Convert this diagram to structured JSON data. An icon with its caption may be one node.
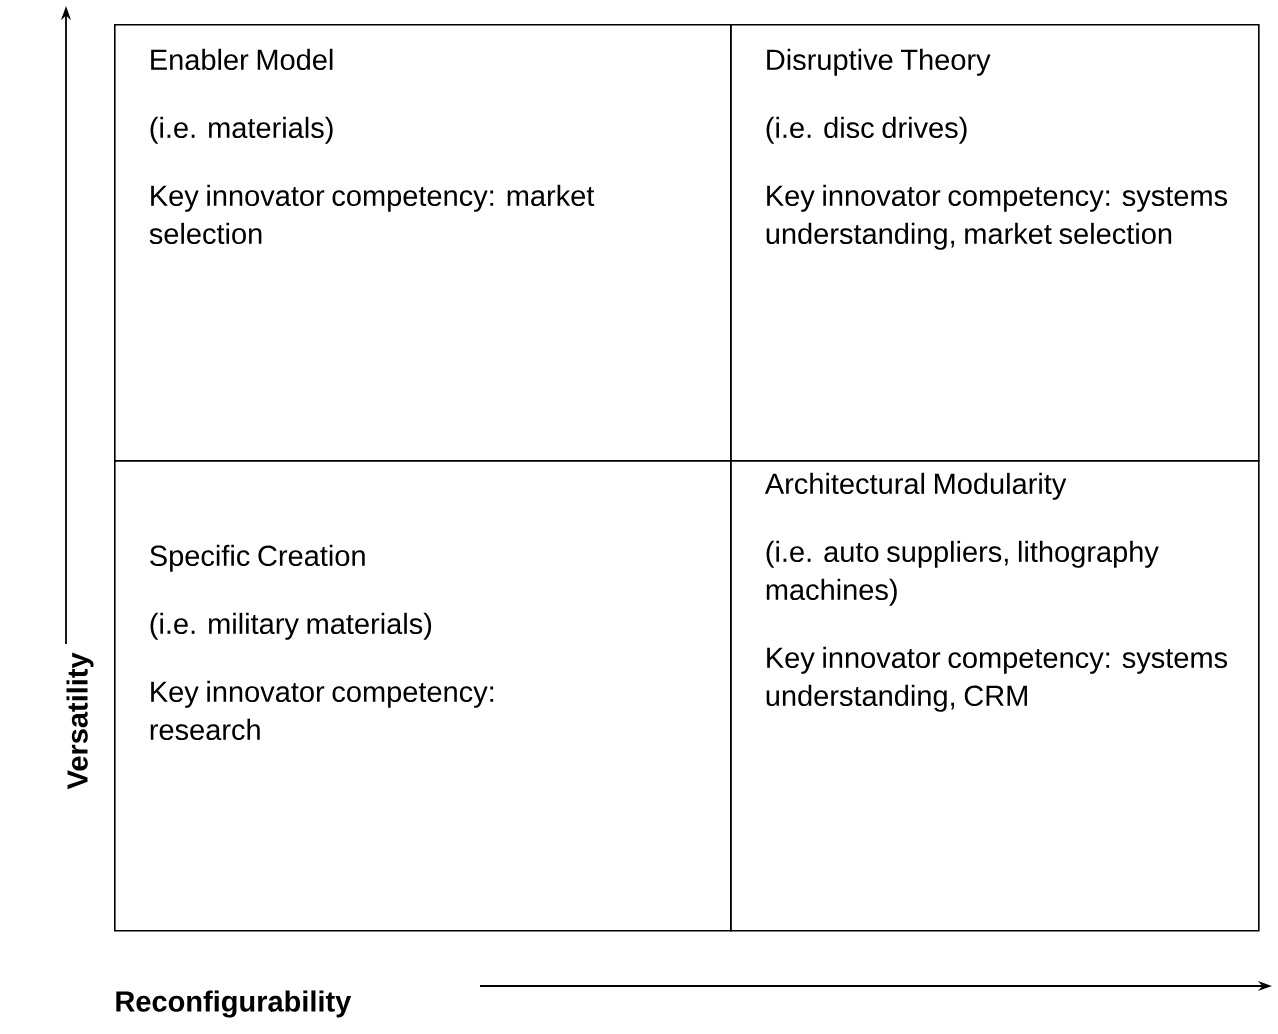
{
  "diagram": {
    "nodes": [
      {
        "text": [
          "Enabler Model",
          "(i.e. materials)",
          "Key innovator competency: market selection"
        ]
      },
      {
        "text": [
          "Disruptive Theory",
          "(i.e. disc drives)",
          "Key innovator competency: systems understanding, market selection"
        ]
      },
      {
        "text": [
          "Specific Creation",
          "(i.e. military materials)",
          "Key innovator competency: research"
        ]
      },
      {
        "text": [
          "Architectural Modularity",
          "(i.e. auto suppliers, lithography machines)",
          "Key innovator competency: systems understanding, CRM"
        ]
      }
    ],
    "labels": [
      "Versatility",
      "Reconfigurability"
    ]
  }
}
